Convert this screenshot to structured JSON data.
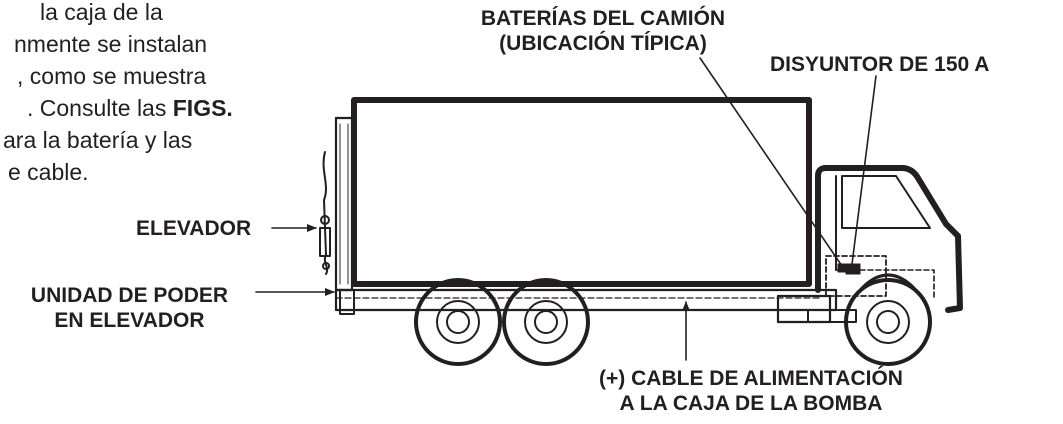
{
  "intro": {
    "lines": [
      "la caja de la",
      "nmente se instalan",
      ", como se muestra",
      ". Consulte las",
      "ara la batería y las",
      "e cable."
    ],
    "bold_figs": "FIGS."
  },
  "labels": {
    "truck_batteries": [
      "BATERÍAS DEL CAMIÓN",
      "(UBICACIÓN TÍPICA)"
    ],
    "breaker": "DISYUNTOR DE 150 A",
    "liftgate": "ELEVADOR",
    "power_unit": [
      "UNIDAD DE PODER",
      "EN ELEVADOR"
    ],
    "power_cable": [
      "(+) CABLE DE ALIMENTACIÓN",
      "A LA CAJA DE LA BOMBA"
    ]
  },
  "colors": {
    "ink": "#231f20",
    "background": "#ffffff"
  }
}
